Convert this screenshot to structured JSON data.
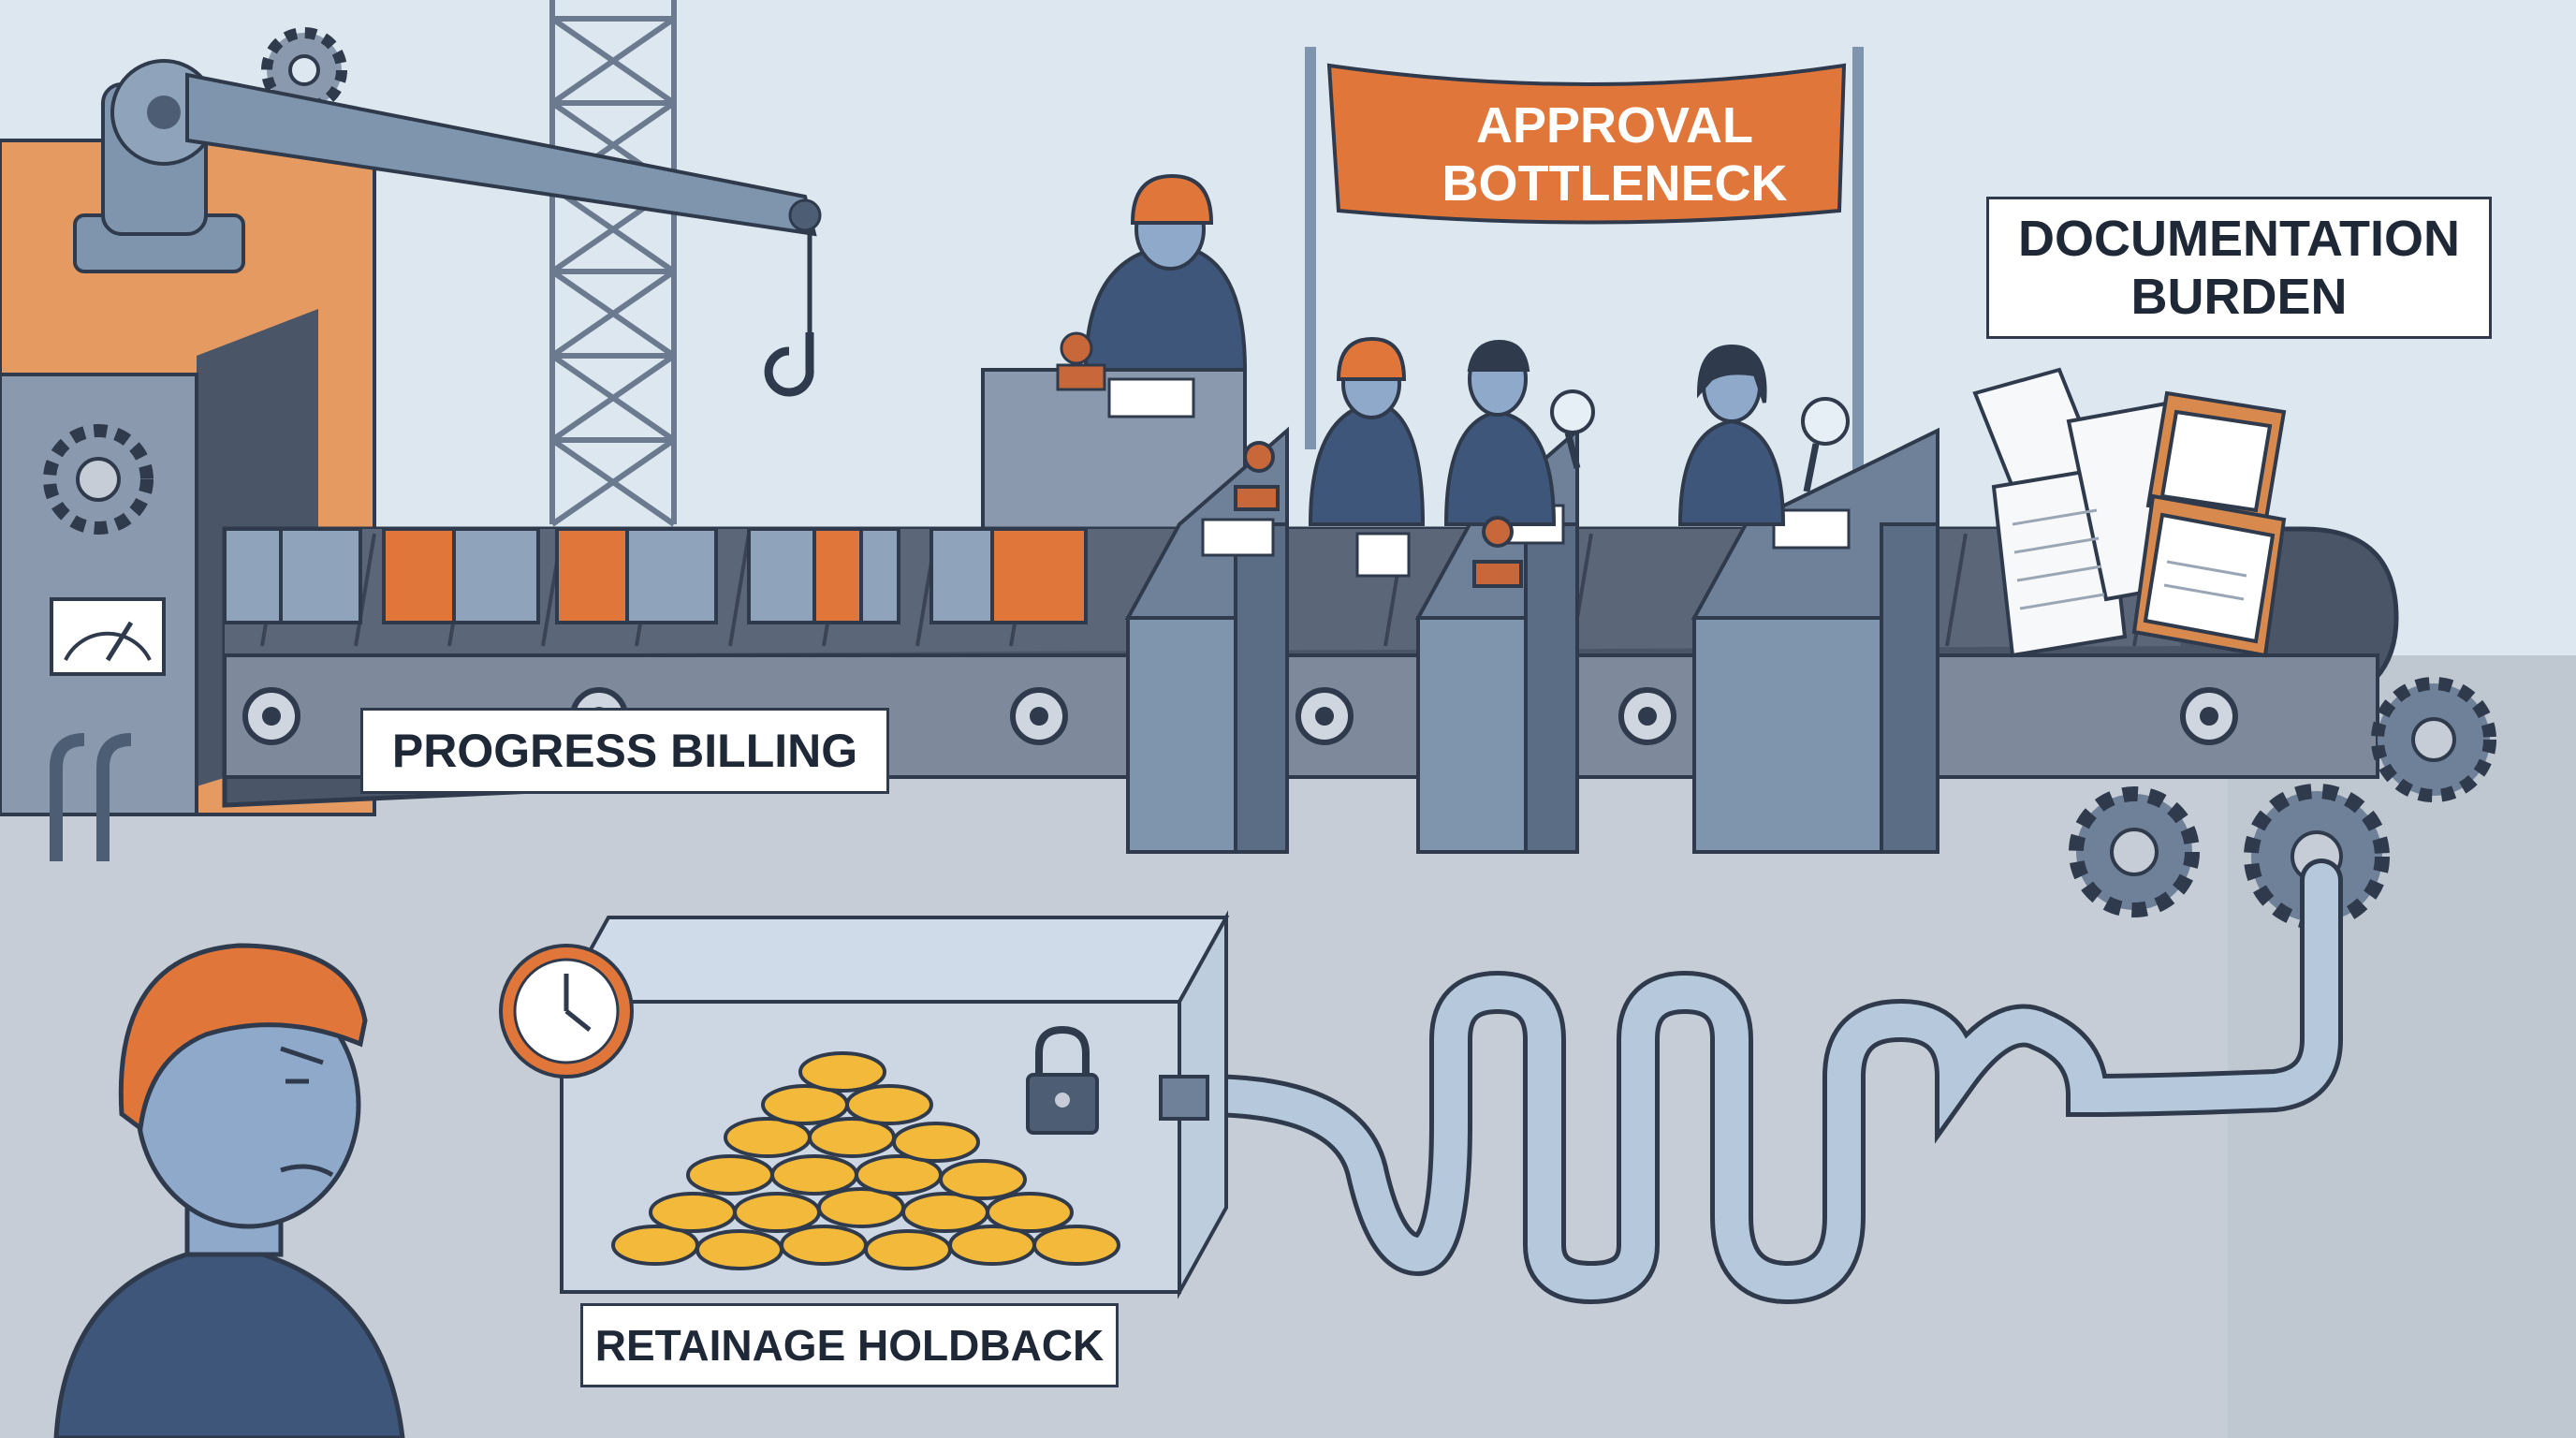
{
  "labels": {
    "progress_billing": "PROGRESS BILLING",
    "retainage_holdback": "RETAINAGE HOLDBACK",
    "documentation_burden_line1": "DOCUMENTATION",
    "documentation_burden_line2": "BURDEN",
    "banner_line1": "APPROVAL",
    "banner_line2": "BOTTLENECK"
  },
  "colors": {
    "sky": "#dde7f0",
    "ground": "#c6cdd6",
    "accent_orange": "#e0763a",
    "steel_blue": "#7e95ad",
    "dark_steel": "#4d5d73",
    "outline": "#2f3b4c",
    "coin_gold": "#f3b93b",
    "skin_blue": "#8fa9cb",
    "shirt_navy": "#3e5679"
  },
  "icons": [
    "gear-icon",
    "crane-hook-icon",
    "hard-hat-icon",
    "stamp-icon",
    "magnifier-icon",
    "clock-icon",
    "padlock-icon",
    "coin-icon",
    "clipboard-icon",
    "gauge-icon"
  ]
}
